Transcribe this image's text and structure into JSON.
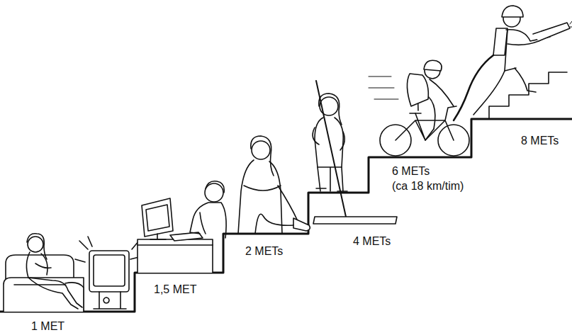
{
  "diagram": {
    "labels": [
      "1 MET",
      "1,5 MET",
      "2 METs",
      "4 METs",
      "6 METs",
      "(ca 18 km/tim)",
      "8 METs"
    ]
  }
}
